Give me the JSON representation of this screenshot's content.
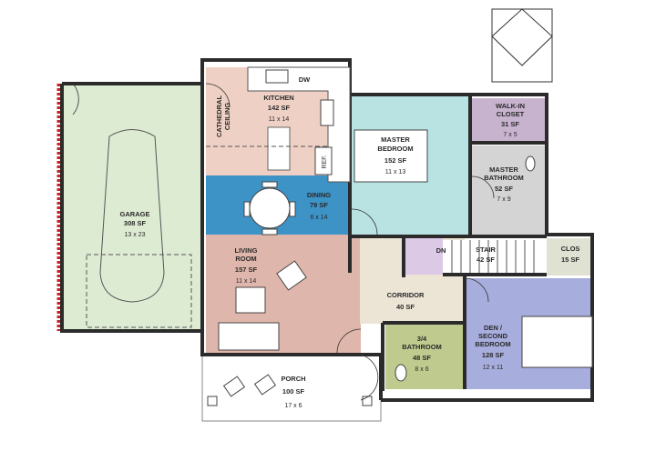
{
  "rooms": {
    "garage": {
      "name": "GARAGE",
      "area": "308 SF",
      "dims": "13 x 23",
      "color": "#deebd3"
    },
    "kitchen": {
      "name": "KITCHEN",
      "area": "142 SF",
      "dims": "11 x 14",
      "color": "#efd0c5"
    },
    "dining": {
      "name": "DINING",
      "area": "79 SF",
      "dims": "6 x 14",
      "color": "#3d92c6"
    },
    "living": {
      "name1": "LIVING",
      "name2": "ROOM",
      "area": "157 SF",
      "dims": "11 x 14",
      "color": "#dfb6ab"
    },
    "master_bedroom": {
      "name1": "MASTER",
      "name2": "BEDROOM",
      "area": "152 SF",
      "dims": "11 x 13",
      "color": "#b9e3e3"
    },
    "walkin_closet": {
      "name1": "WALK-IN",
      "name2": "CLOSET",
      "area": "31 SF",
      "dims": "7 x 5",
      "color": "#c8b3ce"
    },
    "master_bathroom": {
      "name1": "MASTER",
      "name2": "BATHROOM",
      "area": "52 SF",
      "dims": "7 x 9",
      "color": "#d4d4d4"
    },
    "stair": {
      "name": "STAIR",
      "area": "42 SF",
      "dn": "DN",
      "dn_color": "#dcc9e6"
    },
    "clos": {
      "name": "CLOS",
      "area": "15 SF",
      "color": "#dfe2d2"
    },
    "corridor": {
      "name": "CORRIDOR",
      "area": "40 SF",
      "color": "#ece5d5"
    },
    "bathroom_34": {
      "name1": "3/4",
      "name2": "BATHROOM",
      "area": "48 SF",
      "dims": "8 x 6",
      "color": "#bfca8e"
    },
    "den": {
      "name1": "DEN /",
      "name2": "SECOND",
      "name3": "BEDROOM",
      "area": "128 SF",
      "dims": "12 x 11",
      "color": "#a7addc"
    },
    "porch": {
      "name": "PORCH",
      "area": "100 SF",
      "dims": "17 x 6"
    }
  },
  "annotations": {
    "cathedral1": "CATHEDRAL",
    "cathedral2": "CEILING",
    "dishwasher": "DW",
    "refrigerator": "REF."
  }
}
